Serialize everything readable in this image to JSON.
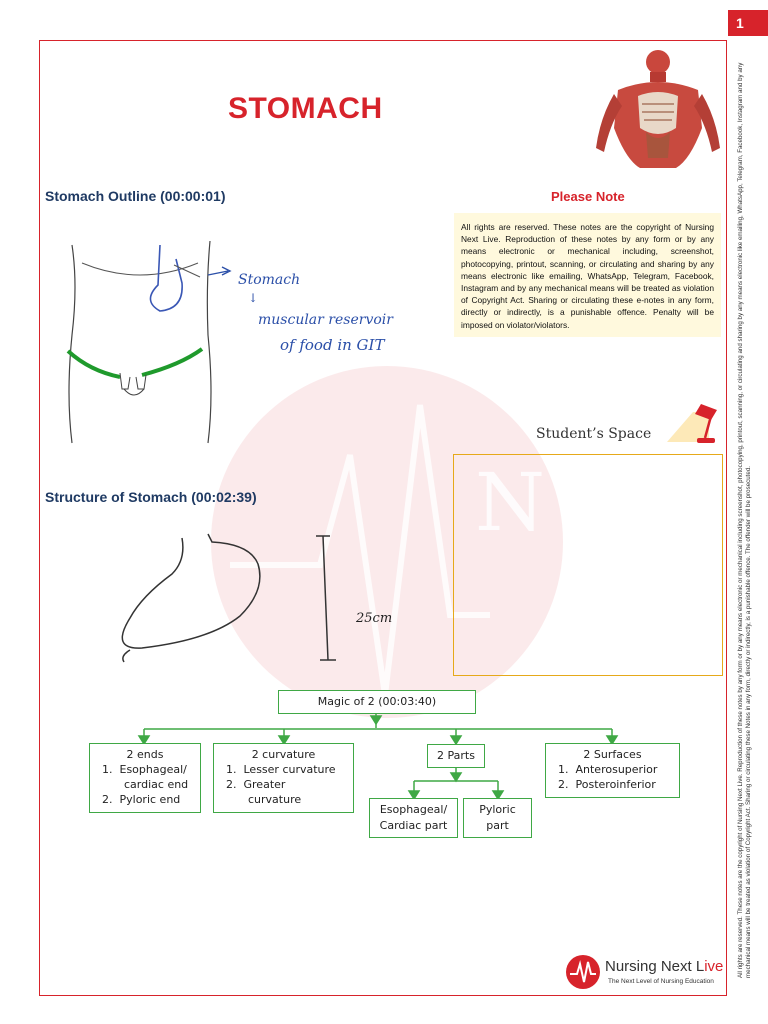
{
  "page": {
    "number": "1",
    "title": "STOMACH"
  },
  "sections": {
    "outline_heading": "Stomach Outline (00:00:01)",
    "structure_heading": "Structure of Stomach (00:02:39)"
  },
  "outline_notes": {
    "line1": "Stomach",
    "line2": "muscular reservoir",
    "line3": "of food in GIT"
  },
  "structure_notes": {
    "measurement": "25cm"
  },
  "notice": {
    "title": "Please Note",
    "body": "All rights are reserved. These notes are the copyright of Nursing Next Live. Reproduction of these notes by any form or by any means electronic or mechanical including, screenshot, photocopying, printout, scanning, or circulating and sharing by any means electronic like emailing, WhatsApp, Telegram, Facebook, Instagram and by any mechanical means will be treated as violation of Copyright Act. Sharing or circulating these e-notes in any form, directly or indirectly, is a punishable offence. Penalty will be imposed on violator/violators."
  },
  "student_space": {
    "label": "Student’s Space"
  },
  "diagram": {
    "root": "Magic of 2 (00:03:40)",
    "ends": {
      "title": "2 ends",
      "item1_num": "1.",
      "item1": "Esophageal/",
      "item1b": "cardiac end",
      "item2_num": "2.",
      "item2": "Pyloric end"
    },
    "curvature": {
      "title": "2 curvature",
      "item1_num": "1.",
      "item1": "Lesser curvature",
      "item2_num": "2.",
      "item2": "Greater",
      "item2b": "curvature"
    },
    "parts": {
      "title": "2 Parts",
      "child1a": "Esophageal/",
      "child1b": "Cardiac part",
      "child2a": "Pyloric",
      "child2b": "part"
    },
    "surfaces": {
      "title": "2 Surfaces",
      "item1_num": "1.",
      "item1": "Anterosuperior",
      "item2_num": "2.",
      "item2": "Posteroinferior"
    }
  },
  "side_notice": "All rights are reserved. These notes are the copyright of Nursing Next Live. Reproduction of these notes by any form or by any means electronic or mechanical including screenshot, photocopying, printout, scanning, or circulating and sharing by any means electronic like emailing, WhatsApp, Telegram, Facebook, Instagram and by any mechanical means will be treated as violation of Copyright Act. Sharing or circulating these Notes in any form, directly or indirectly, is a punishable offence. The offender will be prosecuted.",
  "brand": {
    "name_part1": "Nursing Next L",
    "name_part2": "ive",
    "tagline": "The Next Level of Nursing Education"
  },
  "colors": {
    "accent_red": "#d7232b",
    "heading_blue": "#1f3a63",
    "diagram_green": "#3fa845",
    "student_border": "#e6a91a",
    "note_bg": "#fff9dd"
  }
}
